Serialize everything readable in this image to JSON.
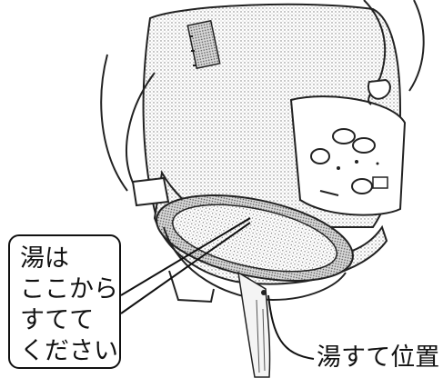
{
  "callout_box": {
    "lines": [
      "湯は",
      "ここから",
      "すてて",
      "ください"
    ]
  },
  "position_label": "湯すて位置"
}
